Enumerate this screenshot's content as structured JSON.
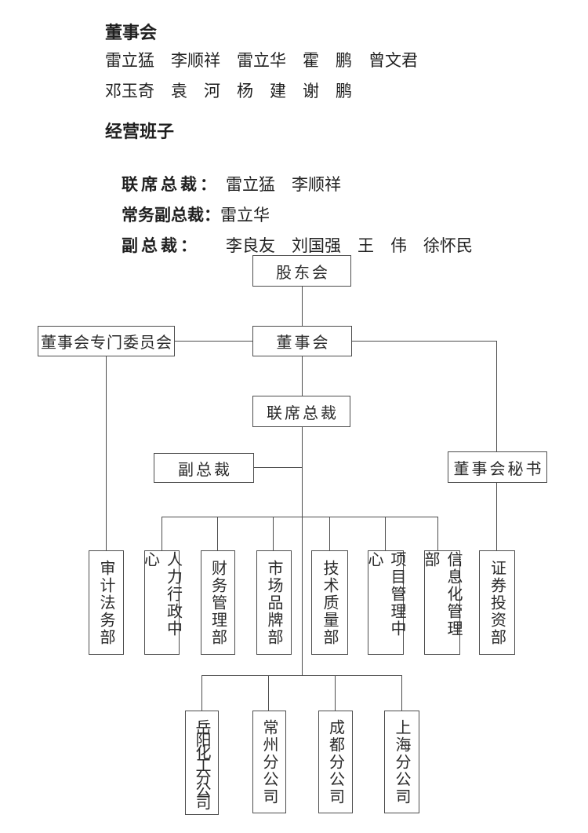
{
  "page": {
    "background_color": "#ffffff",
    "text_color": "#1f1f1f",
    "line_color": "#4d4d4d"
  },
  "board": {
    "title": "董事会",
    "member_rows": [
      "雷立猛　李顺祥　雷立华　霍　鹏　曾文君",
      "邓玉奇　袁　河　杨　建　谢　鹏"
    ]
  },
  "management": {
    "title": "经营班子",
    "entries": [
      {
        "label": "联席总裁：",
        "value": "雷立猛　李顺祥"
      },
      {
        "label": "常务副总裁：",
        "value": "雷立华"
      },
      {
        "label": "副总裁：",
        "value": "李良友　刘国强　王　伟　徐怀民"
      }
    ]
  },
  "org_chart": {
    "nodes": [
      {
        "id": "shareholders-meeting",
        "label": "股东会"
      },
      {
        "id": "board-special-committee",
        "label": "董事会专门委员会"
      },
      {
        "id": "board-of-directors",
        "label": "董事会"
      },
      {
        "id": "co-presidents",
        "label": "联席总裁"
      },
      {
        "id": "vice-presidents",
        "label": "副总裁"
      },
      {
        "id": "board-secretary",
        "label": "董事会秘书"
      },
      {
        "id": "audit-legal-dept",
        "label": "审计法务部"
      },
      {
        "id": "hr-admin-center",
        "label": "人力行政中心"
      },
      {
        "id": "finance-mgmt-dept",
        "label": "财务管理部"
      },
      {
        "id": "market-brand-dept",
        "label": "市场品牌部"
      },
      {
        "id": "tech-quality-dept",
        "label": "技术质量部"
      },
      {
        "id": "project-mgmt-center",
        "label": "项目管理中心"
      },
      {
        "id": "it-mgmt-dept",
        "label": "信息化管理部"
      },
      {
        "id": "securities-investment-dept",
        "label": "证券投资部"
      },
      {
        "id": "yueyang-chemical-branch",
        "label": "岳阳化工分公司"
      },
      {
        "id": "changzhou-branch",
        "label": "常州分公司"
      },
      {
        "id": "chengdu-branch",
        "label": "成都分公司"
      },
      {
        "id": "shanghai-branch",
        "label": "上海分公司"
      }
    ],
    "edges": [
      [
        "股东会",
        "董事会"
      ],
      [
        "董事会",
        "董事会专门委员会"
      ],
      [
        "董事会",
        "联席总裁"
      ],
      [
        "董事会",
        "董事会秘书"
      ],
      [
        "董事会专门委员会",
        "审计法务部"
      ],
      [
        "联席总裁",
        "副总裁"
      ],
      [
        "联席总裁",
        "人力行政中心"
      ],
      [
        "联席总裁",
        "财务管理部"
      ],
      [
        "联席总裁",
        "市场品牌部"
      ],
      [
        "联席总裁",
        "技术质量部"
      ],
      [
        "联席总裁",
        "项目管理中心"
      ],
      [
        "联席总裁",
        "信息化管理部"
      ],
      [
        "董事会秘书",
        "证券投资部"
      ],
      [
        "联席总裁",
        "岳阳化工分公司"
      ],
      [
        "联席总裁",
        "常州分公司"
      ],
      [
        "联席总裁",
        "成都分公司"
      ],
      [
        "联席总裁",
        "上海分公司"
      ]
    ]
  }
}
